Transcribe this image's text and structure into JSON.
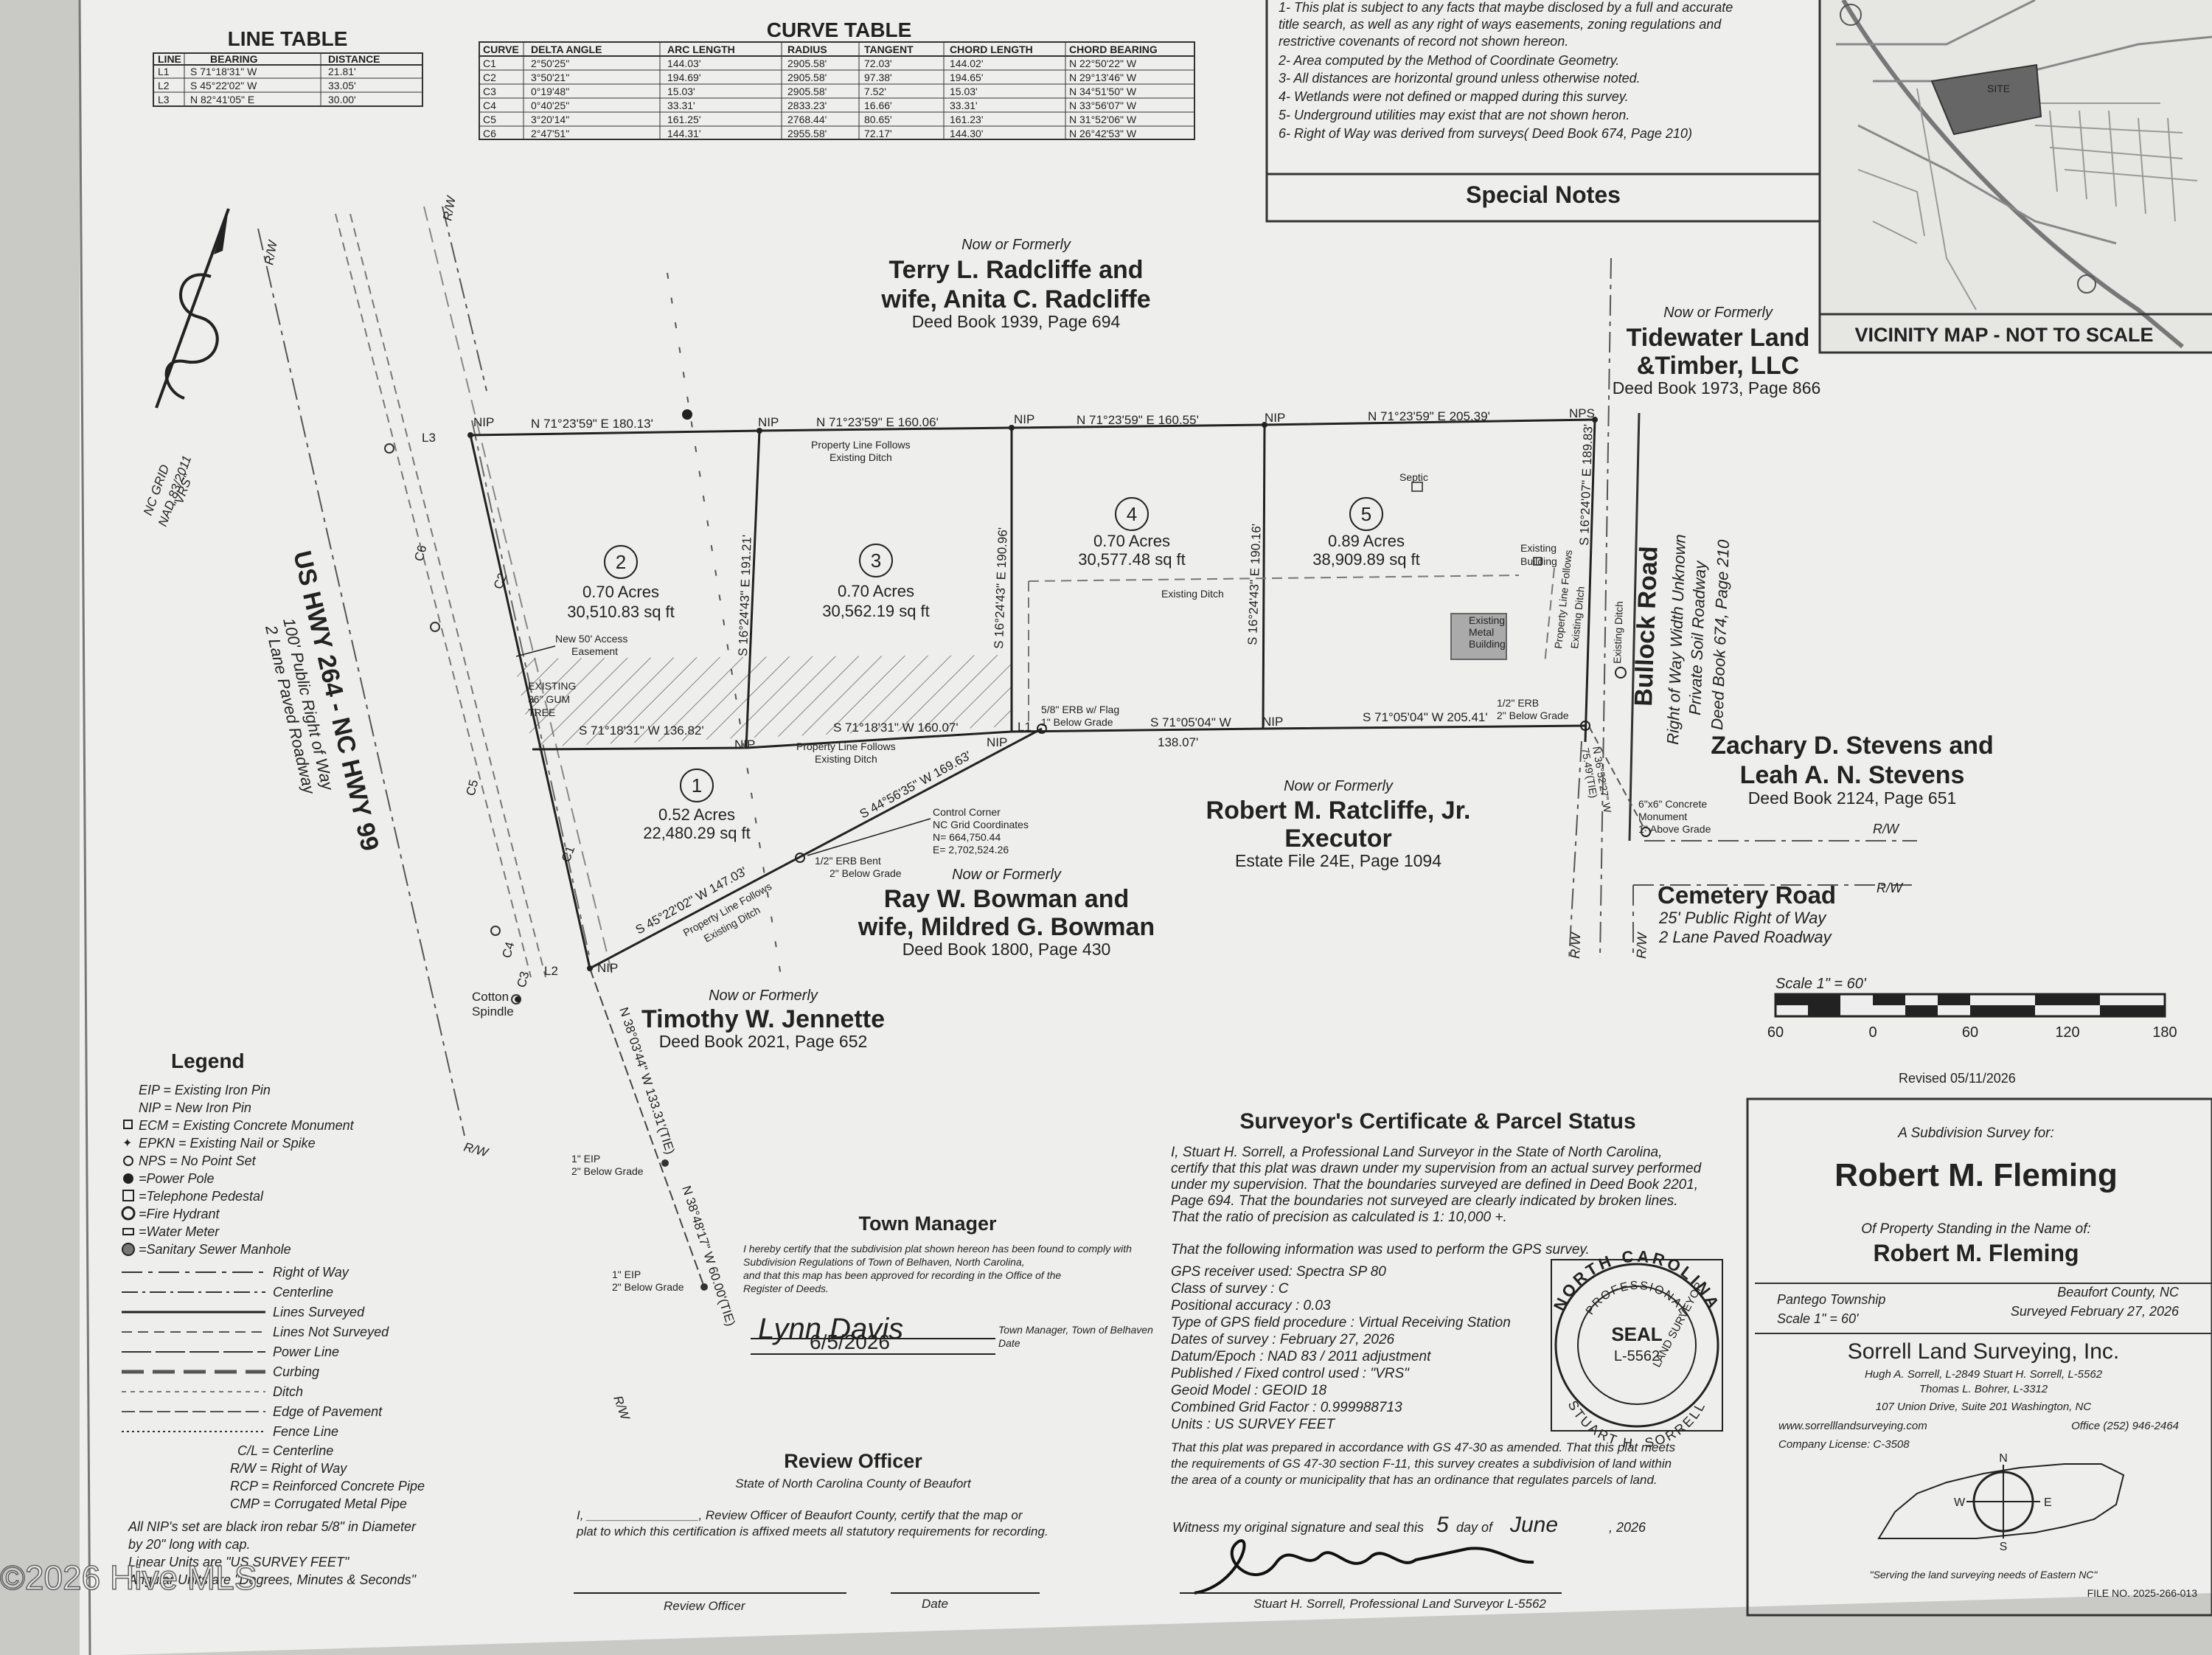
{
  "watermark": "©2026 Hive MLS",
  "line_table": {
    "title": "LINE TABLE",
    "headers": [
      "LINE",
      "BEARING",
      "DISTANCE"
    ],
    "rows": [
      [
        "L1",
        "S 71°18'31\" W",
        "21.81'"
      ],
      [
        "L2",
        "S 45°22'02\" W",
        "33.05'"
      ],
      [
        "L3",
        "N 82°41'05\" E",
        "30.00'"
      ]
    ]
  },
  "curve_table": {
    "title": "CURVE TABLE",
    "headers": [
      "CURVE",
      "DELTA ANGLE",
      "ARC LENGTH",
      "RADIUS",
      "TANGENT",
      "CHORD LENGTH",
      "CHORD BEARING"
    ],
    "rows": [
      [
        "C1",
        "2°50'25\"",
        "144.03'",
        "2905.58'",
        "72.03'",
        "144.02'",
        "N 22°50'22\" W"
      ],
      [
        "C2",
        "3°50'21\"",
        "194.69'",
        "2905.58'",
        "97.38'",
        "194.65'",
        "N 29°13'46\" W"
      ],
      [
        "C3",
        "0°19'48\"",
        "15.03'",
        "2905.58'",
        "7.52'",
        "15.03'",
        "N 34°51'50\" W"
      ],
      [
        "C4",
        "0°40'25\"",
        "33.31'",
        "2833.23'",
        "16.66'",
        "33.31'",
        "N 33°56'07\" W"
      ],
      [
        "C5",
        "3°20'14\"",
        "161.25'",
        "2768.44'",
        "80.65'",
        "161.23'",
        "N 31°52'06\" W"
      ],
      [
        "C6",
        "2°47'51\"",
        "144.31'",
        "2955.58'",
        "72.17'",
        "144.30'",
        "N 26°42'53\" W"
      ]
    ]
  },
  "special_notes": {
    "title": "Special Notes",
    "items": [
      "1- This plat is subject to any facts that maybe disclosed by a full and accurate",
      "title search, as well as any right of ways easements, zoning regulations and",
      "restrictive covenants of record not shown hereon.",
      "2- Area computed by the Method of Coordinate Geometry.",
      "3- All distances are horizontal ground unless otherwise noted.",
      "4- Wetlands were not defined or mapped during this survey.",
      "5- Underground utilities may exist that are not shown heron.",
      "6- Right of Way was derived from surveys( Deed Book 674, Page 210)"
    ]
  },
  "vicinity_map": {
    "title": "VICINITY MAP - NOT TO SCALE",
    "site_label": "SITE"
  },
  "north_arrow": {
    "label1": "NC GRID",
    "label2": "NAD 83/2011",
    "label3": "\"VRS\""
  },
  "owners": {
    "radcliffe": {
      "prefix": "Now or Formerly",
      "name1": "Terry L. Radcliffe and",
      "name2": "wife, Anita C. Radcliffe",
      "deed": "Deed Book 1939, Page 694"
    },
    "tidewater": {
      "prefix": "Now or Formerly",
      "name1": "Tidewater Land",
      "name2": "&Timber, LLC",
      "deed": "Deed Book 1973, Page 866"
    },
    "stevens": {
      "name1": "Zachary D. Stevens and",
      "name2": "Leah A. N. Stevens",
      "deed": "Deed Book 2124, Page 651"
    },
    "ratcliffe": {
      "prefix": "Now or Formerly",
      "name1": "Robert M. Ratcliffe, Jr.",
      "name2": "Executor",
      "deed": "Estate File 24E, Page 1094"
    },
    "bowman": {
      "prefix": "Now or Formerly",
      "name1": "Ray W. Bowman and",
      "name2": "wife, Mildred G. Bowman",
      "deed": "Deed Book 1800, Page 430"
    },
    "jennette": {
      "prefix": "Now or Formerly",
      "name1": "Timothy W. Jennette",
      "deed": "Deed Book 2021, Page 652"
    }
  },
  "roads": {
    "highway": {
      "name": "US HWY 264 - NC HWY 99",
      "line2": "100' Public Right of Way",
      "line3": "2 Lane Paved Roadway"
    },
    "bullock": {
      "name": "Bullock Road",
      "line2": "Right of Way Width Unknown",
      "line3": "Private Soil Roadway",
      "line4": "Deed Book 674, Page 210"
    },
    "cemetery": {
      "name": "Cemetery Road",
      "line2": "25' Public Right of Way",
      "line3": "2 Lane Paved Roadway"
    }
  },
  "lots": [
    {
      "num": "1",
      "acres": "0.52 Acres",
      "sqft": "22,480.29 sq ft"
    },
    {
      "num": "2",
      "acres": "0.70 Acres",
      "sqft": "30,510.83 sq ft"
    },
    {
      "num": "3",
      "acres": "0.70 Acres",
      "sqft": "30,562.19 sq ft"
    },
    {
      "num": "4",
      "acres": "0.70 Acres",
      "sqft": "30,577.48 sq ft"
    },
    {
      "num": "5",
      "acres": "0.89 Acres",
      "sqft": "38,909.89 sq ft"
    }
  ],
  "bearings": {
    "top1": "N 71°23'59\" E  180.13'",
    "top2": "N 71°23'59\" E  160.06'",
    "top3": "N 71°23'59\" E  160.55'",
    "top4": "N 71°23'59\" E  205.39'",
    "mid1": "S 71°18'31\" W  136.82'",
    "mid2": "S 71°18'31\" W  160.07'",
    "mid3": "S 71°05'04\" W",
    "mid3b": "138.07'",
    "mid4": "S 71°05'04\" W  205.41'",
    "v1": "S 16°24'43\" E  191.21'",
    "v2": "S 16°24'43\" E  190.96'",
    "v3": "S 16°24'43\" E  190.16'",
    "v4": "S 16°24'07\" E  189.83'",
    "diag1": "S 44°56'35\" W  169.63'",
    "diag2": "S 45°22'02\" W  147.03'",
    "south1": "N 38°03'44\" W  133.31'(TIE)",
    "south2": "N 38°48'17\" W  60.00'(TIE)",
    "east1": "N 36°52'27\" W",
    "east2": "75.49'(TIE)"
  },
  "annotations": {
    "nip": "NIP",
    "nps": "NPS",
    "rw": "R/W",
    "follows1": "Property Line Follows",
    "follows2": "Existing Ditch",
    "easement1": "New 50' Access",
    "easement2": "Easement",
    "tree1": "EXISTING",
    "tree2": "36\" GUM",
    "tree3": "TREE",
    "existing_ditch": "Existing Ditch",
    "septic": "Septic",
    "existing_building1": "Existing",
    "existing_building2": "Building",
    "metal1": "Existing",
    "metal2": "Metal",
    "metal3": "Building",
    "erb_flag1": "5/8\" ERB w/ Flag",
    "erb_flag2": "1\" Below Grade",
    "erb_half1": "1/2\" ERB",
    "erb_half2": "2\" Below Grade",
    "erb_bent1": "1/2\" ERB Bent",
    "erb_bent2": "2\" Below Grade",
    "control1": "Control Corner",
    "control2": "NC Grid Coordinates",
    "control3": "N= 664,750.44",
    "control4": "E= 2,702,524.26",
    "ecm1": "6\"x6\" Concrete",
    "ecm2": "Monument",
    "ecm3": "1\" Above Grade",
    "eip1a": "1\" EIP",
    "eip1b": "2\" Below Grade",
    "eip2a": "1\" EIP",
    "eip2b": "2\" Below Grade",
    "cotton1": "Cotton",
    "cotton2": "Spindle",
    "c1": "C1",
    "c2": "C2",
    "c3": "C3",
    "c4": "C4",
    "c5": "C5",
    "c6": "C6",
    "l1": "L1",
    "l2": "L2",
    "l3": "L3"
  },
  "scale": {
    "title": "Scale 1\" = 60'",
    "ticks": [
      "60",
      "0",
      "60",
      "120",
      "180"
    ],
    "revised": "Revised 05/11/2026"
  },
  "legend": {
    "title": "Legend",
    "items": [
      "EIP = Existing Iron Pin",
      "NIP = New Iron Pin",
      "ECM = Existing Concrete Monument",
      "EPKN = Existing Nail or Spike",
      "NPS = No Point Set",
      "=Power Pole",
      "=Telephone Pedestal",
      "=Fire Hydrant",
      "=Water Meter",
      "=Sanitary Sewer Manhole"
    ],
    "lines": [
      "Right of Way",
      "Centerline",
      "Lines Surveyed",
      "Lines Not Surveyed",
      "Power Line",
      "Curbing",
      "Ditch",
      "Edge of Pavement",
      "Fence Line"
    ],
    "abbr": [
      "C/L = Centerline",
      "R/W = Right of Way",
      "RCP = Reinforced Concrete Pipe",
      "CMP = Corrugated Metal Pipe"
    ],
    "footer1": "All NIP's set are black iron rebar 5/8\" in Diameter",
    "footer2": "by 20\" long with cap.",
    "footer3": "Linear Units are \"US SURVEY FEET\"",
    "footer4": "Angular Units are \"Degrees, Minutes & Seconds\""
  },
  "town_manager": {
    "title": "Town Manager",
    "text1": "I hereby certify that the subdivision plat shown hereon has been found to comply with",
    "text2": "Subdivision Regulations of Town of Belhaven, North Carolina,",
    "text3": "and that this map has been approved for recording in the Office of the",
    "text4": "Register of Deeds.",
    "sig": "Lynn Davis",
    "date": "6/5/2026",
    "sig_label": "Town Manager, Town of Belhaven",
    "date_label": "Date"
  },
  "review_officer": {
    "title": "Review Officer",
    "state": "State of North Carolina      County of Beaufort",
    "text1": "I, ________________, Review Officer of Beaufort County, certify that the map or",
    "text2": "plat to which this certification is affixed meets all statutory requirements for recording.",
    "sig_label": "Review Officer",
    "date_label": "Date"
  },
  "certificate": {
    "title": "Surveyor's Certificate & Parcel Status",
    "para": [
      "I, Stuart H. Sorrell, a Professional Land Surveyor in the State of North Carolina,",
      "certify that this plat was drawn under my supervision from an actual survey performed",
      "under my supervision. That the boundaries surveyed are defined in Deed Book 2201,",
      "Page 694. That the boundaries not surveyed are clearly indicated by broken lines.",
      "That the ratio of precision as calculated is 1: 10,000 +."
    ],
    "gps_intro": "That the following information was used to perform the GPS survey.",
    "gps": [
      "GPS receiver used: Spectra SP 80",
      "Class of survey : C",
      "Positional accuracy : 0.03",
      "Type of GPS field procedure : Virtual Receiving Station",
      "Dates of survey : February 27, 2026",
      "Datum/Epoch : NAD 83 / 2011 adjustment",
      "Published / Fixed control used : \"VRS\"",
      "Geoid Model : GEOID 18",
      "Combined Grid Factor : 0.999988713",
      "Units : US SURVEY FEET"
    ],
    "gs": [
      "That this plat was prepared in accordance with GS 47-30 as amended. That this plat meets",
      "the requirements of GS 47-30 section F-11, this survey creates a subdivision of land within",
      "the area of a county or municipality that has an ordinance that regulates parcels of land."
    ],
    "witness_a": "Witness my original signature and seal this",
    "witness_day": "5",
    "witness_b": "day of",
    "witness_month": "June",
    "witness_year": ", 2026",
    "signer": "Stuart H. Sorrell, Professional Land Surveyor  L-5562"
  },
  "seal": {
    "top": "NORTH CAROLINA",
    "left": "PROFESSIONAL",
    "right": "LAND SURVEYOR",
    "bottom": "STUART H. SORRELL",
    "center1": "SEAL",
    "center2": "L-5562"
  },
  "title_block": {
    "subtitle": "A Subdivision Survey for:",
    "name": "Robert M. Fleming",
    "of_property": "Of Property Standing in the Name of:",
    "owner": "Robert M. Fleming",
    "township": "Pantego Township",
    "county": "Beaufort County, NC",
    "scale": "Scale 1\" = 60'",
    "surveyed": "Surveyed February 27, 2026",
    "company": "Sorrell Land Surveying, Inc.",
    "people1": "Hugh A. Sorrell, L-2849     Stuart H. Sorrell, L-5562",
    "people2": "Thomas L. Bohrer, L-3312",
    "address": "107 Union Drive, Suite 201 Washington, NC",
    "web": "www.sorrelllandsurveying.com",
    "office": "Office (252) 946-2464",
    "license": "Company License: C-3508",
    "slogan": "\"Serving the land surveying needs of Eastern NC\"",
    "file_no": "FILE NO. 2025-266-013"
  },
  "compass": {
    "n": "N",
    "s": "S",
    "e": "E",
    "w": "W"
  }
}
